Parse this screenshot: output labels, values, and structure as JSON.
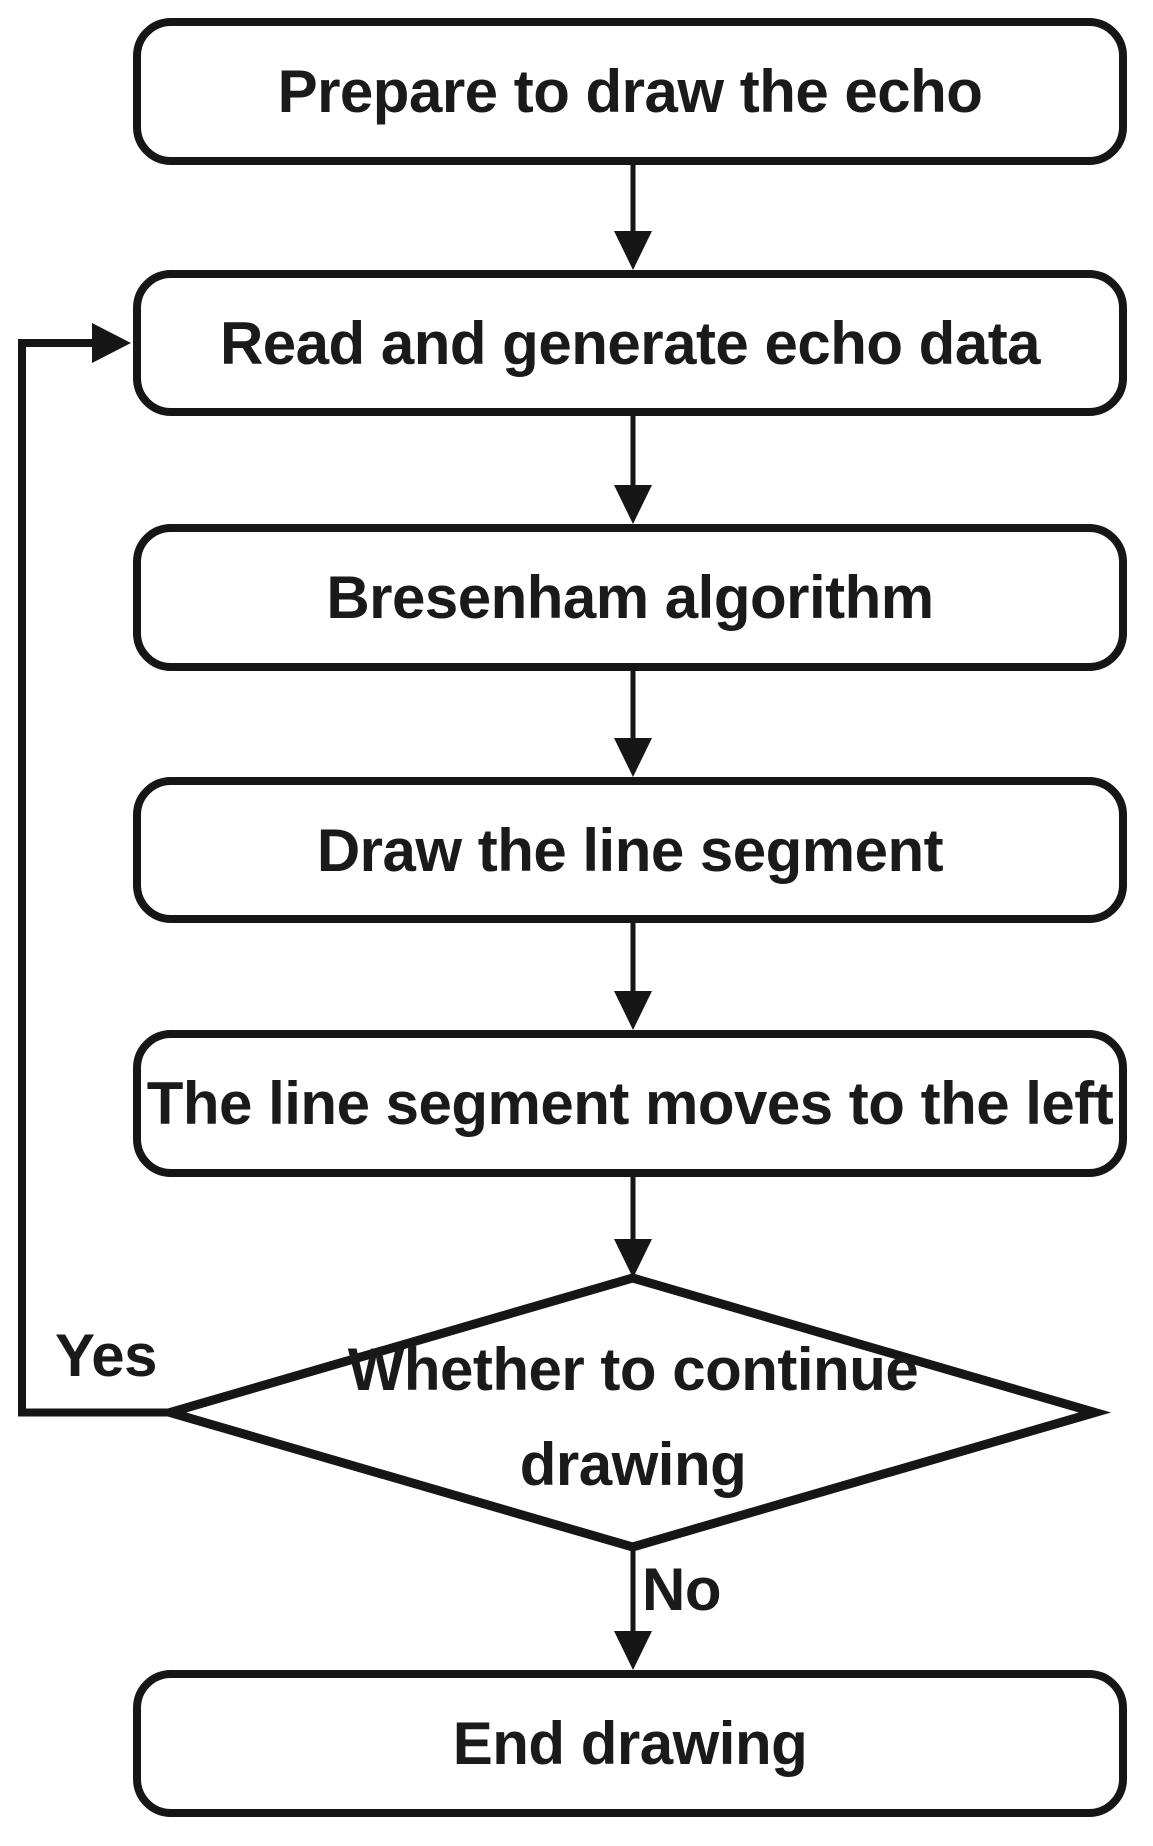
{
  "flowchart": {
    "type": "flowchart",
    "colors": {
      "stroke": "#161616",
      "node_fill": "#ffffff",
      "background": "#ffffff",
      "text": "#1a1a1a"
    },
    "nodes": [
      {
        "id": "prepare",
        "shape": "rounded-rect",
        "label": "Prepare to draw the echo"
      },
      {
        "id": "read",
        "shape": "rounded-rect",
        "label": "Read and generate echo data"
      },
      {
        "id": "bresenham",
        "shape": "rounded-rect",
        "label": "Bresenham algorithm"
      },
      {
        "id": "draw-segment",
        "shape": "rounded-rect",
        "label": "Draw the line segment"
      },
      {
        "id": "move-left",
        "shape": "rounded-rect",
        "label": "The line segment moves to the left"
      },
      {
        "id": "continue-decision",
        "shape": "diamond",
        "label": "Whether to continue drawing",
        "label_lines": [
          "Whether to continue",
          "drawing"
        ]
      },
      {
        "id": "end",
        "shape": "rounded-rect",
        "label": "End drawing"
      }
    ],
    "edges": [
      {
        "from": "prepare",
        "to": "read",
        "label": ""
      },
      {
        "from": "read",
        "to": "bresenham",
        "label": ""
      },
      {
        "from": "bresenham",
        "to": "draw-segment",
        "label": ""
      },
      {
        "from": "draw-segment",
        "to": "move-left",
        "label": ""
      },
      {
        "from": "move-left",
        "to": "continue-decision",
        "label": ""
      },
      {
        "from": "continue-decision",
        "to": "end",
        "label": "No"
      },
      {
        "from": "continue-decision",
        "to": "read",
        "label": "Yes"
      }
    ]
  }
}
